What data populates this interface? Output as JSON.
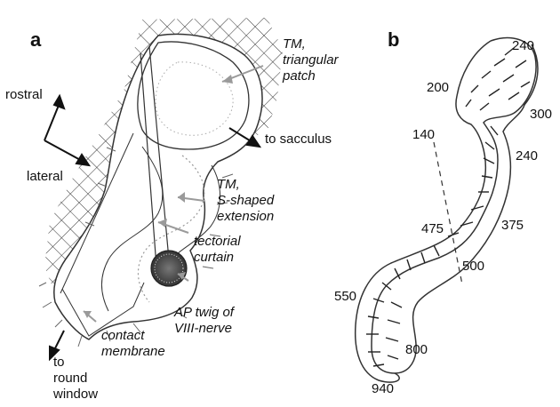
{
  "panel_a": {
    "letter": "a",
    "labels": {
      "tm_triangular": [
        "TM,",
        "triangular",
        "patch"
      ],
      "rostral": "rostral",
      "to_sacculus": "to sacculus",
      "lateral": "lateral",
      "tm_s_shaped": [
        "TM,",
        "S-shaped",
        "extension"
      ],
      "tectorial_curtain": [
        "tectorial",
        "curtain"
      ],
      "ap_twig": [
        "AP twig of",
        "VIII-nerve"
      ],
      "contact_membrane": [
        "contact",
        "membrane"
      ],
      "to_round_window": [
        "to",
        "round",
        "window"
      ]
    }
  },
  "panel_b": {
    "letter": "b",
    "numbers": [
      "240",
      "200",
      "300",
      "140",
      "240",
      "475",
      "375",
      "500",
      "550",
      "800",
      "940"
    ]
  },
  "colors": {
    "line": "#333333",
    "arrow_gray": "#9a9a9a",
    "text": "#111111"
  }
}
